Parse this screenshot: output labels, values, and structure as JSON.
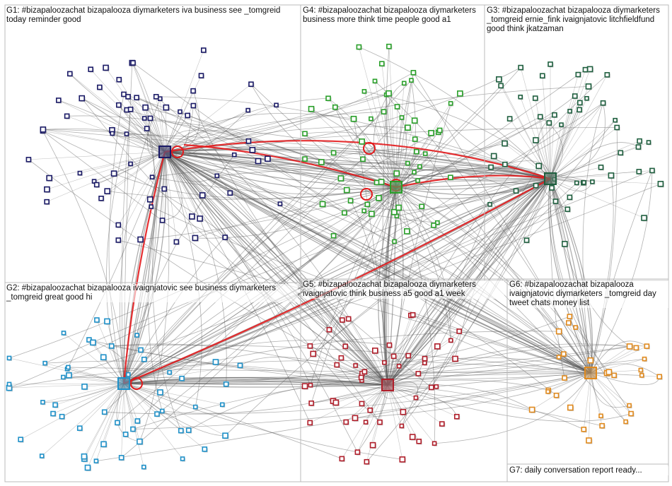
{
  "groups": [
    {
      "id": "G1",
      "label": "G1: #bizapaloozachat bizapalooza diymarketers iva business see _tomgreid today reminder good",
      "color": "#1a1a66"
    },
    {
      "id": "G2",
      "label": "G2: #bizapaloozachat bizapalooza ivaignjatovic see business diymarketers _tomgreid great good hi",
      "color": "#1e90c8"
    },
    {
      "id": "G3",
      "label": "G3: #bizapaloozachat bizapalooza diymarketers _tomgreid ernie_fink ivaignjatovic litchfieldfund good think jkatzaman",
      "color": "#1f5f3f"
    },
    {
      "id": "G4",
      "label": "G4: #bizapaloozachat bizapalooza diymarketers business more think time people good a1",
      "color": "#2aa02a"
    },
    {
      "id": "G5",
      "label": "G5: #bizapaloozachat bizapalooza diymarketers ivaignjatovic think business a5 good a1 week",
      "color": "#b01e2a"
    },
    {
      "id": "G6",
      "label": "G6: #bizapaloozachat bizapalooza ivaignjatovic diymarketers _tomgreid day tweet chats money list",
      "color": "#e08a1e"
    },
    {
      "id": "G7",
      "label": "G7: daily conversation report ready...",
      "color": "#555555"
    }
  ],
  "colors": {
    "edge": "#555555",
    "highlight_edge": "#e31a1c",
    "box_border": "#bbbbbb"
  }
}
